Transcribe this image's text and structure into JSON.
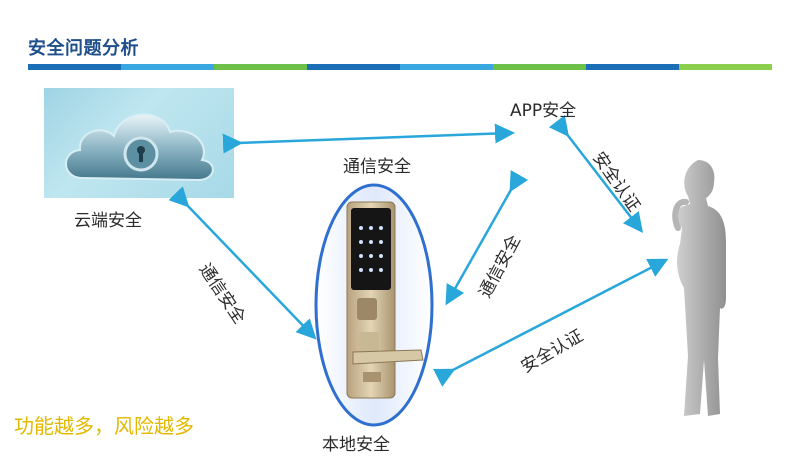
{
  "header": {
    "title": "安全问题分析",
    "stripe_colors": [
      "#1a6fb6",
      "#39a7e0",
      "#6cc04a",
      "#1a6fb6",
      "#39a7e0",
      "#6cc04a",
      "#1a6fb6",
      "#8ccf4d"
    ]
  },
  "nodes": {
    "cloud_label": "云端安全",
    "app_label": "APP安全",
    "local_label": "本地安全"
  },
  "edges": {
    "cloud_app": "通信安全",
    "cloud_local": "通信安全",
    "app_local": "通信安全",
    "app_person": "安全认证",
    "local_person": "安全认证"
  },
  "footer": {
    "slogan": "功能越多，风险越多"
  },
  "colors": {
    "title": "#1f4f8a",
    "arrow": "#29a7da",
    "slogan": "#e3b800",
    "lock_ellipse": "#2f6fd0"
  },
  "icons": [
    "cloud-lock-icon",
    "door-lock-icon",
    "person-silhouette-icon"
  ]
}
